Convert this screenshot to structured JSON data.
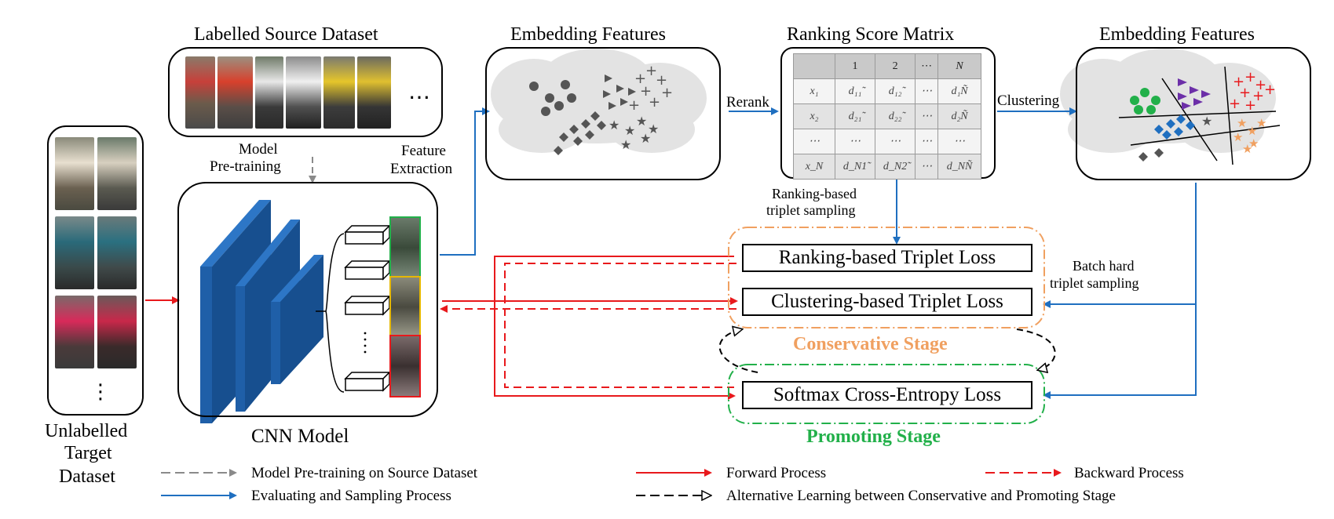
{
  "titles": {
    "source_dataset": "Labelled Source Dataset",
    "embedding_left": "Embedding Features",
    "ranking_matrix": "Ranking Score Matrix",
    "embedding_right": "Embedding Features",
    "cnn_model": "CNN Model",
    "target_dataset": [
      "Unlabelled",
      "Target",
      "Dataset"
    ]
  },
  "labels": {
    "model_pretraining": [
      "Model",
      "Pre-training"
    ],
    "feature_extraction": [
      "Feature",
      "Extraction"
    ],
    "rerank": "Rerank",
    "clustering": "Clustering",
    "ranking_sampling": [
      "Ranking-based",
      "triplet sampling"
    ],
    "batch_hard": [
      "Batch hard",
      "triplet sampling"
    ],
    "ellipsis": "…",
    "vdots": "⋮"
  },
  "losses": {
    "ranking": "Ranking-based Triplet Loss",
    "clustering": "Clustering-based Triplet Loss",
    "softmax": "Softmax Cross-Entropy Loss"
  },
  "stages": {
    "conservative": "Conservative Stage",
    "promoting": "Promoting Stage"
  },
  "matrix": {
    "header": [
      "",
      "1",
      "2",
      "⋯",
      "N"
    ],
    "rows": [
      [
        "x₁",
        "d₁₁̃",
        "d₁₂̃",
        "⋯",
        "d₁Ñ"
      ],
      [
        "x₂",
        "d₂₁̃",
        "d₂₂̃",
        "⋯",
        "d₂Ñ"
      ],
      [
        "⋯",
        "⋯",
        "⋯",
        "⋯",
        "⋯"
      ],
      [
        "x_N",
        "d_N1̃",
        "d_N2̃",
        "⋯",
        "d_NÑ"
      ]
    ]
  },
  "legend": {
    "pretrain": "Model Pre-training on Source Dataset",
    "forward": "Forward Process",
    "backward": "Backward Process",
    "evaluating": "Evaluating and Sampling Process",
    "alternative": "Alternative Learning between Conservative and Promoting Stage"
  },
  "colors": {
    "forward": "#e8191c",
    "evaluating": "#1f6fc0",
    "pretrain": "#8a8a8a",
    "conservative": "#f0a060",
    "promoting": "#22b04a",
    "cnn_layer": "#1f5fa8"
  }
}
